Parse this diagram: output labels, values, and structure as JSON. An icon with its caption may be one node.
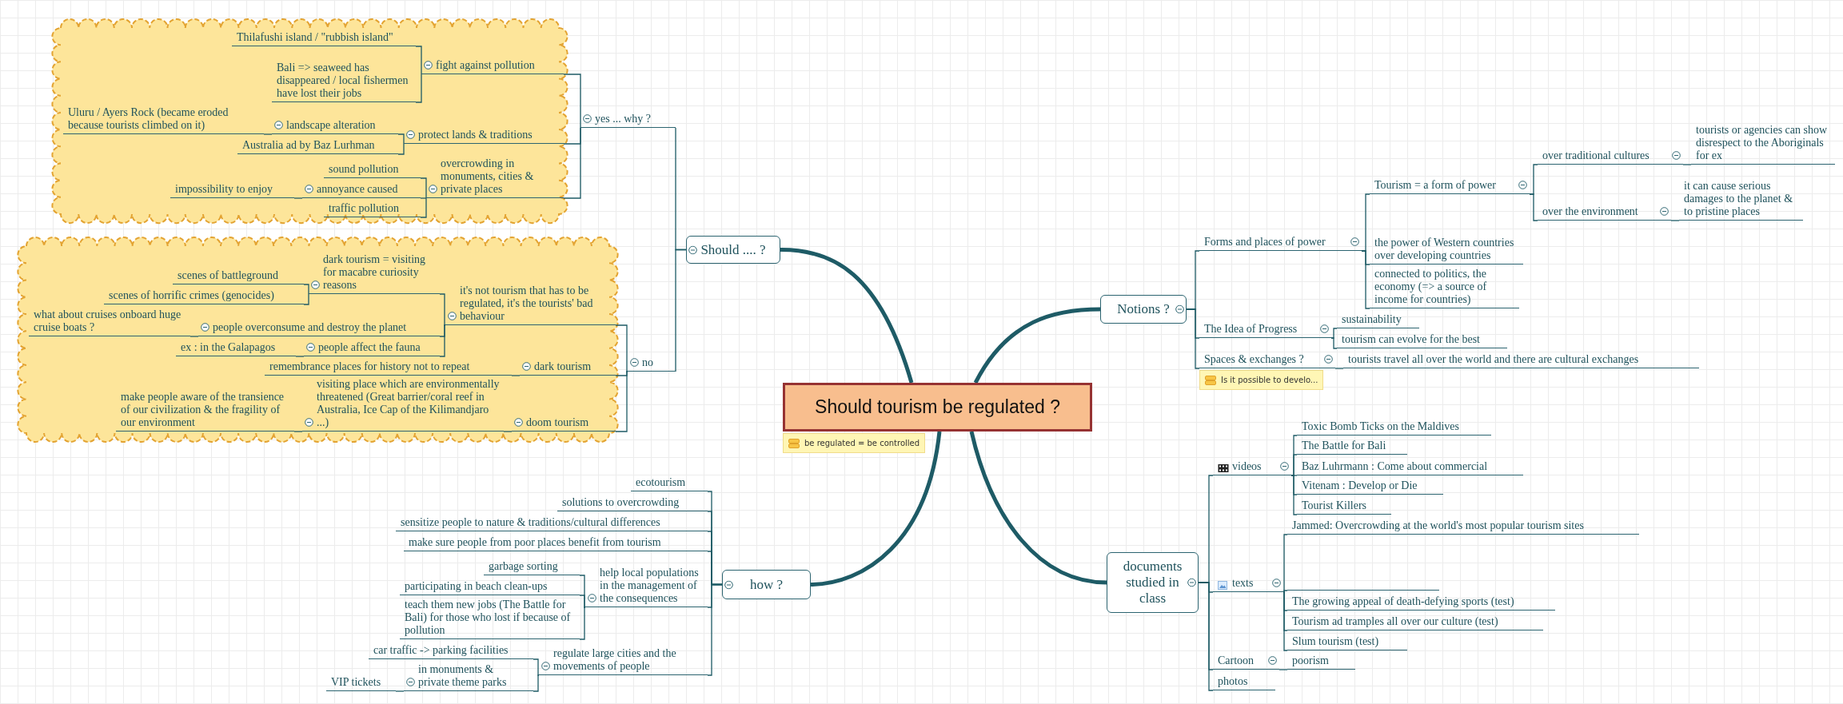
{
  "diagram": {
    "nodes": [
      {
        "text": [
          "Should tourism be regulated ?"
        ],
        "beside": [
          "be regulated = be controlled"
        ]
      },
      {
        "text": [
          "Should .... ?"
        ]
      },
      {
        "text": [
          "yes ... why ?"
        ]
      },
      {
        "text": [],
        "shape": "cloud"
      },
      {
        "text": [
          "fight against pollution"
        ],
        "in": 3
      },
      {
        "text": [
          "Thilafushi island / \"rubbish island\""
        ],
        "in": 3
      },
      {
        "text": [
          "Bali => seaweed has disappeared / local fishermen have lost their jobs"
        ],
        "in": 3
      },
      {
        "text": [
          "protect lands & traditions"
        ],
        "in": 3
      },
      {
        "text": [
          "landscape alteration"
        ],
        "in": 3
      },
      {
        "text": [
          "Uluru / Ayers Rock (became eroded because tourists climbed on it)"
        ],
        "in": 3
      },
      {
        "text": [
          "Australia ad by Baz Lurhman"
        ],
        "in": 3
      },
      {
        "text": [
          "overcrowding in monuments, cities & private places"
        ],
        "in": 3
      },
      {
        "text": [
          "sound pollution"
        ],
        "in": 3
      },
      {
        "text": [
          "annoyance caused"
        ],
        "in": 3
      },
      {
        "text": [
          "impossibility to enjoy"
        ],
        "in": 3
      },
      {
        "text": [
          "traffic pollution"
        ],
        "in": 3
      },
      {
        "text": [
          "no"
        ]
      },
      {
        "text": [],
        "shape": "cloud"
      },
      {
        "text": [
          "it's not tourism that has to be regulated, it's the tourists' bad behaviour"
        ],
        "in": 17
      },
      {
        "text": [
          "dark tourism = visiting for macabre curiosity reasons"
        ],
        "in": 17
      },
      {
        "text": [
          "scenes of battleground"
        ],
        "in": 17
      },
      {
        "text": [
          "scenes of horrific crimes (genocides)"
        ],
        "in": 17
      },
      {
        "text": [
          "people overconsume and destroy the planet"
        ],
        "in": 17
      },
      {
        "text": [
          "what about cruises onboard huge cruise boats ?"
        ],
        "in": 17
      },
      {
        "text": [
          "people affect the fauna"
        ],
        "in": 17
      },
      {
        "text": [
          "ex : in the Galapagos"
        ],
        "in": 17
      },
      {
        "text": [
          "dark tourism"
        ],
        "in": 17
      },
      {
        "text": [
          "remembrance places for history not to repeat"
        ],
        "in": 17
      },
      {
        "text": [
          "doom tourism"
        ],
        "in": 17
      },
      {
        "text": [
          "visiting place which are environmentally threatened (Great barrier/coral reef in Australia, Ice Cap of the Kilimandjaro ...)"
        ],
        "in": 17
      },
      {
        "text": [
          "make people aware of the transience of our civilization & the fragility of our environment"
        ],
        "in": 17
      },
      {
        "text": [
          "how ?"
        ]
      },
      {
        "text": [
          "ecotourism"
        ]
      },
      {
        "text": [
          "solutions to overcrowding"
        ]
      },
      {
        "text": [
          "sensitize people to nature & traditions/cultural differences"
        ]
      },
      {
        "text": [
          "make sure people from poor places benefit from tourism"
        ]
      },
      {
        "text": [
          "help local populations in the management of the consequences"
        ]
      },
      {
        "text": [
          "garbage sorting"
        ]
      },
      {
        "text": [
          "participating in beach clean-ups"
        ]
      },
      {
        "text": [
          "teach them new jobs (The Battle for Bali) for those who lost if because of pollution"
        ]
      },
      {
        "text": [
          "regulate large cities and the movements of people"
        ]
      },
      {
        "text": [
          "car traffic -> parking facilities"
        ]
      },
      {
        "text": [
          "in monuments & private theme parks"
        ]
      },
      {
        "text": [
          "VIP tickets"
        ]
      },
      {
        "text": [
          "Notions ?"
        ]
      },
      {
        "text": [
          "Forms and places of power"
        ]
      },
      {
        "text": [
          "Tourism =  a form of power"
        ]
      },
      {
        "text": [
          "over traditional cultures"
        ]
      },
      {
        "text": [
          "tourists or agencies can show disrespect to the Aboriginals for ex"
        ]
      },
      {
        "text": [
          "over the environment"
        ]
      },
      {
        "text": [
          "it can cause serious damages to the planet & to pristine places"
        ]
      },
      {
        "text": [
          "the power of Western countries over developing countries"
        ]
      },
      {
        "text": [
          "connected to politics, the economy (=> a source of income for countries)"
        ]
      },
      {
        "text": [
          "The Idea of Progress"
        ]
      },
      {
        "text": [
          "sustainability"
        ]
      },
      {
        "text": [
          "tourism can evolve for the best"
        ]
      },
      {
        "text": [
          "Spaces & exchanges ?"
        ],
        "beside": [
          "Is it possible to develo..."
        ]
      },
      {
        "text": [
          "tourists travel all over the world and there are cultural exchanges"
        ]
      },
      {
        "text": [
          "documents studied in class"
        ]
      },
      {
        "text": [
          "videos"
        ]
      },
      {
        "text": [
          "Toxic Bomb Ticks on the Maldives"
        ]
      },
      {
        "text": [
          "The Battle for Bali"
        ]
      },
      {
        "text": [
          "Baz Luhrmann : Come about commercial"
        ]
      },
      {
        "text": [
          "Vitenam : Develop or Die"
        ]
      },
      {
        "text": [
          "Tourist Killers"
        ]
      },
      {
        "text": [
          "texts"
        ]
      },
      {
        "text": [
          "Jammed: Overcrowding at the world's most popular tourism sites"
        ]
      },
      {
        "text": [],
        "shape": "line"
      },
      {
        "text": [
          "The growing appeal of death-defying sports (test)"
        ]
      },
      {
        "text": [
          "Tourism ad tramples all over our culture (test)"
        ]
      },
      {
        "text": [
          "Slum tourism (test)"
        ]
      },
      {
        "text": [
          "Cartoon"
        ]
      },
      {
        "text": [
          "poorism"
        ]
      },
      {
        "text": [
          "photos"
        ]
      }
    ],
    "edges": [
      {
        "from": 0,
        "to": 1,
        "arrow": "none",
        "style": "thick"
      },
      {
        "from": 0,
        "to": 44,
        "arrow": "none",
        "style": "thick"
      },
      {
        "from": 0,
        "to": 31,
        "arrow": "none",
        "style": "thick"
      },
      {
        "from": 0,
        "to": 58,
        "arrow": "none",
        "style": "thick"
      },
      {
        "from": 1,
        "to": 2,
        "arrow": "none"
      },
      {
        "from": 1,
        "to": 16,
        "arrow": "none"
      },
      {
        "from": 2,
        "to": 4,
        "arrow": "none"
      },
      {
        "from": 2,
        "to": 7,
        "arrow": "none"
      },
      {
        "from": 2,
        "to": 11,
        "arrow": "none"
      },
      {
        "from": 4,
        "to": 5,
        "arrow": "none"
      },
      {
        "from": 4,
        "to": 6,
        "arrow": "none"
      },
      {
        "from": 7,
        "to": 8,
        "arrow": "none"
      },
      {
        "from": 7,
        "to": 10,
        "arrow": "none"
      },
      {
        "from": 8,
        "to": 9,
        "arrow": "none"
      },
      {
        "from": 11,
        "to": 12,
        "arrow": "none"
      },
      {
        "from": 11,
        "to": 13,
        "arrow": "none"
      },
      {
        "from": 11,
        "to": 15,
        "arrow": "none"
      },
      {
        "from": 13,
        "to": 14,
        "arrow": "none"
      },
      {
        "from": 16,
        "to": 18,
        "arrow": "none"
      },
      {
        "from": 16,
        "to": 26,
        "arrow": "none"
      },
      {
        "from": 16,
        "to": 28,
        "arrow": "none"
      },
      {
        "from": 18,
        "to": 19,
        "arrow": "none"
      },
      {
        "from": 18,
        "to": 22,
        "arrow": "none"
      },
      {
        "from": 18,
        "to": 24,
        "arrow": "none"
      },
      {
        "from": 19,
        "to": 20,
        "arrow": "none"
      },
      {
        "from": 19,
        "to": 21,
        "arrow": "none"
      },
      {
        "from": 22,
        "to": 23,
        "arrow": "none"
      },
      {
        "from": 24,
        "to": 25,
        "arrow": "none"
      },
      {
        "from": 26,
        "to": 27,
        "arrow": "none"
      },
      {
        "from": 28,
        "to": 29,
        "arrow": "none"
      },
      {
        "from": 29,
        "to": 30,
        "arrow": "none"
      },
      {
        "from": 31,
        "to": 32,
        "arrow": "none"
      },
      {
        "from": 31,
        "to": 33,
        "arrow": "none"
      },
      {
        "from": 31,
        "to": 34,
        "arrow": "none"
      },
      {
        "from": 31,
        "to": 35,
        "arrow": "none"
      },
      {
        "from": 31,
        "to": 36,
        "arrow": "none"
      },
      {
        "from": 31,
        "to": 40,
        "arrow": "none"
      },
      {
        "from": 36,
        "to": 37,
        "arrow": "none"
      },
      {
        "from": 36,
        "to": 38,
        "arrow": "none"
      },
      {
        "from": 36,
        "to": 39,
        "arrow": "none"
      },
      {
        "from": 40,
        "to": 41,
        "arrow": "none"
      },
      {
        "from": 40,
        "to": 42,
        "arrow": "none"
      },
      {
        "from": 42,
        "to": 43,
        "arrow": "none"
      },
      {
        "from": 44,
        "to": 45,
        "arrow": "none"
      },
      {
        "from": 44,
        "to": 53,
        "arrow": "none"
      },
      {
        "from": 44,
        "to": 56,
        "arrow": "none"
      },
      {
        "from": 45,
        "to": 46,
        "arrow": "none"
      },
      {
        "from": 45,
        "to": 51,
        "arrow": "none"
      },
      {
        "from": 45,
        "to": 52,
        "arrow": "none"
      },
      {
        "from": 46,
        "to": 47,
        "arrow": "none"
      },
      {
        "from": 46,
        "to": 49,
        "arrow": "none"
      },
      {
        "from": 47,
        "to": 48,
        "arrow": "none"
      },
      {
        "from": 49,
        "to": 50,
        "arrow": "none"
      },
      {
        "from": 53,
        "to": 54,
        "arrow": "none"
      },
      {
        "from": 53,
        "to": 55,
        "arrow": "none"
      },
      {
        "from": 56,
        "to": 57,
        "arrow": "none"
      },
      {
        "from": 58,
        "to": 59,
        "arrow": "none"
      },
      {
        "from": 58,
        "to": 65,
        "arrow": "none"
      },
      {
        "from": 58,
        "to": 71,
        "arrow": "none"
      },
      {
        "from": 58,
        "to": 73,
        "arrow": "none"
      },
      {
        "from": 59,
        "to": 60,
        "arrow": "none"
      },
      {
        "from": 59,
        "to": 61,
        "arrow": "none"
      },
      {
        "from": 59,
        "to": 62,
        "arrow": "none"
      },
      {
        "from": 59,
        "to": 63,
        "arrow": "none"
      },
      {
        "from": 59,
        "to": 64,
        "arrow": "none"
      },
      {
        "from": 65,
        "to": 66,
        "arrow": "none"
      },
      {
        "from": 65,
        "to": 67,
        "arrow": "none"
      },
      {
        "from": 65,
        "to": 68,
        "arrow": "none"
      },
      {
        "from": 65,
        "to": 69,
        "arrow": "none"
      },
      {
        "from": 65,
        "to": 70,
        "arrow": "none"
      },
      {
        "from": 71,
        "to": 72,
        "arrow": "none"
      }
    ]
  }
}
